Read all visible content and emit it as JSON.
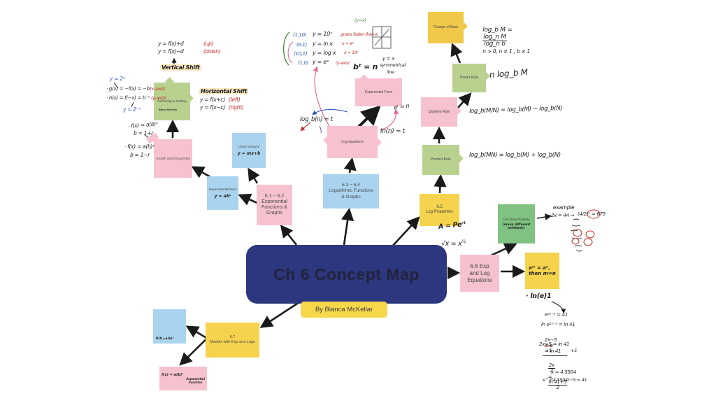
{
  "center": {
    "title": "Ch 6 Concept Map",
    "byline": "By Bianca McKellar"
  },
  "boxes": {
    "reflecting": {
      "label": "Reflecting & Shifting",
      "credit": "Bianca McKellar"
    },
    "growth_decay": {
      "label": "Growth and Decay Rate"
    },
    "linear": {
      "label": "Linear Behavior",
      "note": "y = mx+b"
    },
    "exp_behavior": {
      "label": "Exponential Behavior",
      "note": "y = abˣ"
    },
    "sec61": {
      "label": "6.1 − 6.2\nExponential\nFunctions &\nGraphs"
    },
    "sec63": {
      "label": "6.3 − 6.4\nLogarithmic Functions\n& Graphs"
    },
    "log_equations": {
      "label": "Log equations"
    },
    "exp_form": {
      "label": "Exponential Form"
    },
    "sec65": {
      "label": "6.5\nLog Properties"
    },
    "quotient": {
      "label": "Quotient Rule"
    },
    "product": {
      "label": "Product Rule"
    },
    "power": {
      "label": "Power Rule"
    },
    "change_base": {
      "label": "Change of Base"
    },
    "like_base": {
      "label": "Like Base Property",
      "note": "(many different\nmethods)"
    },
    "sec66": {
      "label": "6.6 Exp\nand Log\nEquations"
    },
    "identity": {
      "note": "aᵐ = aⁿ,\nthen m=n"
    },
    "sec67": {
      "label": "6.7\nModels with Exp and Logs"
    },
    "blue_sticky": {
      "note": "P(t)=a(b)ᵗ"
    },
    "pink_sticky": {
      "note": "f(x) = a(b)ˣ",
      "caption": "Exponential\nFunction"
    }
  },
  "notes": {
    "vshift_f1": "y = f(x)+d",
    "vshift_f1r": "(up)",
    "vshift_f2": "y = f(x)−d",
    "vshift_f2r": "(down)",
    "vshift_label": "Vertical Shift",
    "hshift_label": "Horizontal Shift",
    "hshift_f1": "y = f(x+c)",
    "hshift_f1r": "(left)",
    "hshift_f2": "y = f(x−c)",
    "hshift_f2r": "(right)",
    "y_2x": "y = 2ˣ",
    "y_2negx": "y = 2⁻ˣ",
    "reflect_x": "· g(x) = −f(x) = −bˣ",
    "reflect_xr": "(x-axis)",
    "reflect_y": "· h(x) = f(−x) = b⁻ˣ",
    "reflect_yr": "(y-axis)",
    "growth_f": "· f(x) = a(b)ˣ",
    "growth_b": "b = 1+r",
    "decay_f": "· f(x) = a(b)ˣ",
    "decay_b": "b = 1−r",
    "pt1": "(1,10)",
    "pt1f": "y = 10ˣ",
    "pt1r": "grows faster than e.",
    "pt2": "(e,1)",
    "pt2f": "y = ln x",
    "pt2r": "x = eʸ",
    "pt3": "(10,1)",
    "pt3f": "y = log x",
    "pt3r": "x = 10ʸ",
    "pt4": "(1,0)",
    "pt4f": "y = eˣ",
    "pt4r": "(y-axis)",
    "y_equals_x": "(y=x)",
    "sym1": "y = x",
    "sym2": "symmetrical",
    "sym3": "line",
    "exp_form_eq": "bᵗ = n",
    "exp_e_eq": "eᵗ = n",
    "ln_eq": "ln(n) = t",
    "log_eq": "log_b(n) = t",
    "pert": "A = Peʳᵗ",
    "sqrt_base": "√x = x",
    "sqrt_sup": "½",
    "power_rule": "n log_b M",
    "quotient_rule": "log_b(M/N) = log_b(M) − log_b(N)",
    "product_rule": "log_b(MN) = log_b(M) + log_b(N)",
    "cob_pre": "log_b M =",
    "cob_num": "log_n M",
    "cob_den": "log_n b",
    "cob_cond": "n > 0, n ≠ 1 , b ≠ 1",
    "example_label": "example",
    "example_1": "2x = 44 →",
    "example_2": "(4/2)ˣ = 675",
    "lne": "· ln(e)1",
    "w1": "e²ˣ⁻⁵ = 41",
    "w2": "ln e²ˣ⁻⁵ = ln 41",
    "w3a": "2x−5",
    "w3b": "ln e",
    "w3c": "= ln 41",
    "w4": "2x−5 = ln 41",
    "w5a": "+5",
    "w5b": "+5",
    "w6a_num": "2x",
    "w6a_den": "2",
    "w6_eq": "=",
    "w6b_num": "ln 41+5",
    "w6b_den": "2",
    "w7": "x ≈ 4.5504",
    "w8": "e^2(4.5504)−5 = 41"
  }
}
